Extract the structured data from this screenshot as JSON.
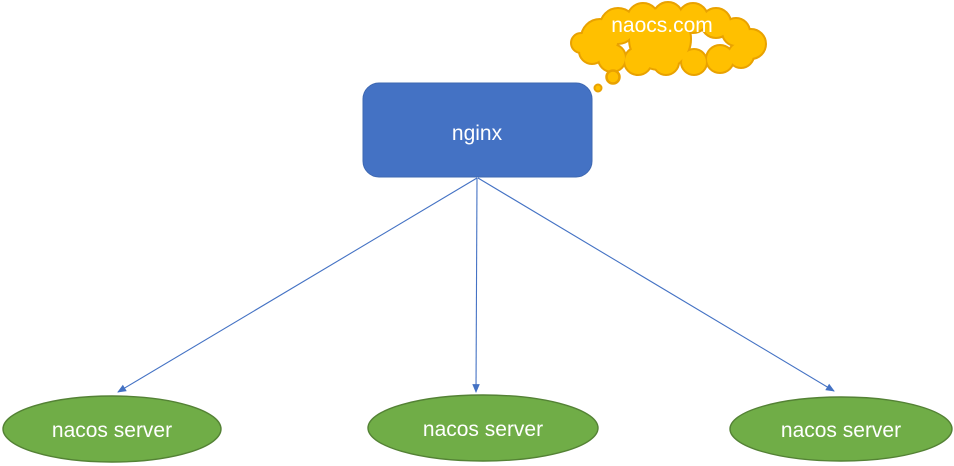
{
  "diagram": {
    "cloud": {
      "label": "naocs.com",
      "fill": "#FFC000",
      "stroke": "#E9A200",
      "text_color": "#ffffff"
    },
    "nginx": {
      "label": "nginx",
      "fill": "#4472C4",
      "stroke": "#3E68B2",
      "text_color": "#ffffff"
    },
    "connectors": {
      "color": "#4472C4"
    },
    "servers": {
      "style": {
        "fill": "#70AD47",
        "stroke": "#548235",
        "text_color": "#ffffff"
      },
      "nodes": [
        {
          "label": "nacos server"
        },
        {
          "label": "nacos server"
        },
        {
          "label": "nacos server"
        }
      ]
    }
  }
}
